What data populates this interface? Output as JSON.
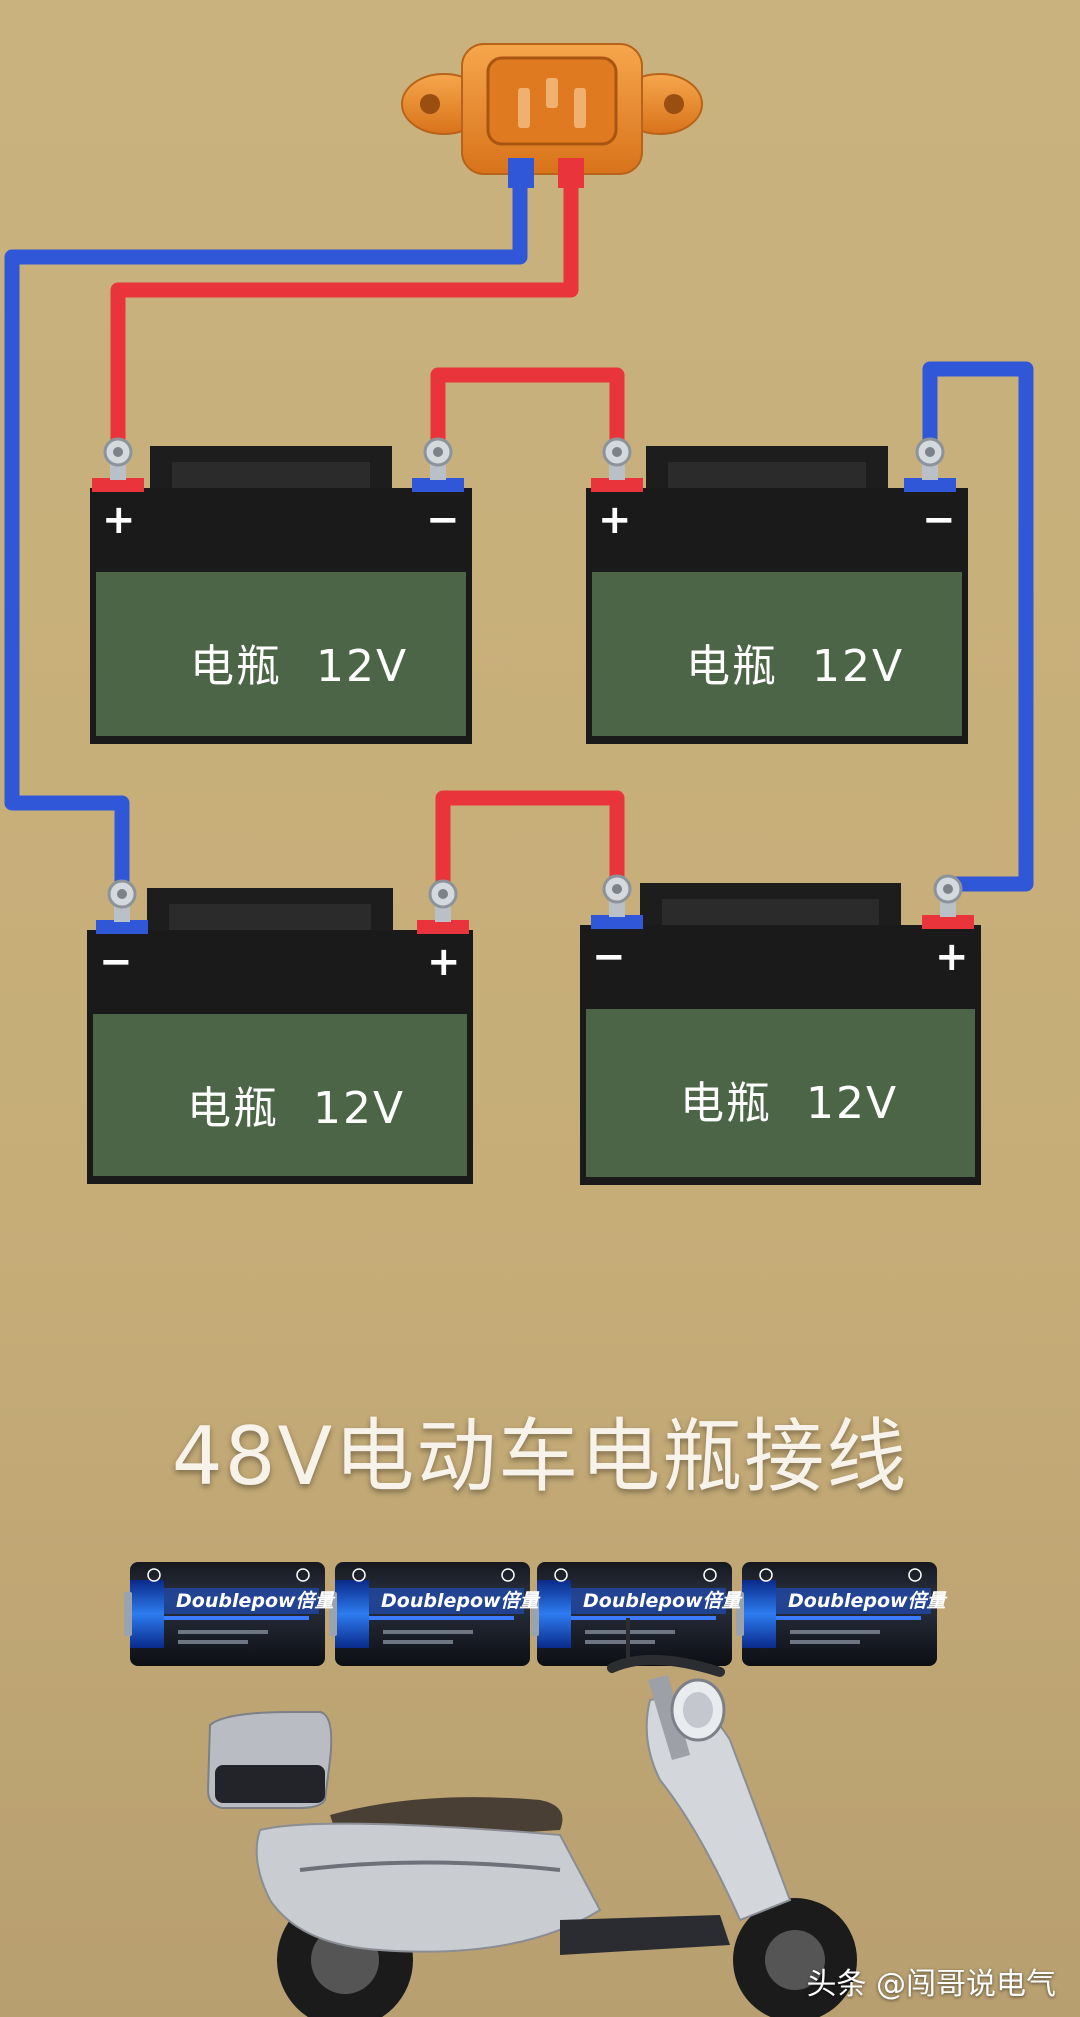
{
  "diagram": {
    "title": "48V电动车电瓶接线",
    "batteries": [
      {
        "id": "top-left",
        "name": "电瓶",
        "voltage": "12V",
        "left_terminal": "+",
        "right_terminal": "−"
      },
      {
        "id": "top-right",
        "name": "电瓶",
        "voltage": "12V",
        "left_terminal": "+",
        "right_terminal": "−"
      },
      {
        "id": "bottom-left",
        "name": "电瓶",
        "voltage": "12V",
        "left_terminal": "−",
        "right_terminal": "+"
      },
      {
        "id": "bottom-right",
        "name": "电瓶",
        "voltage": "12V",
        "left_terminal": "−",
        "right_terminal": "+"
      }
    ],
    "wire_colors": {
      "positive": "#e8343a",
      "negative": "#2f57d8"
    },
    "connector_color": "#ef8a2a",
    "battery_color": "#4d6547"
  },
  "cells": {
    "brand": "Doublepow",
    "brand_cn": "倍量",
    "count": 4
  },
  "watermark": "头条 @闯哥说电气"
}
